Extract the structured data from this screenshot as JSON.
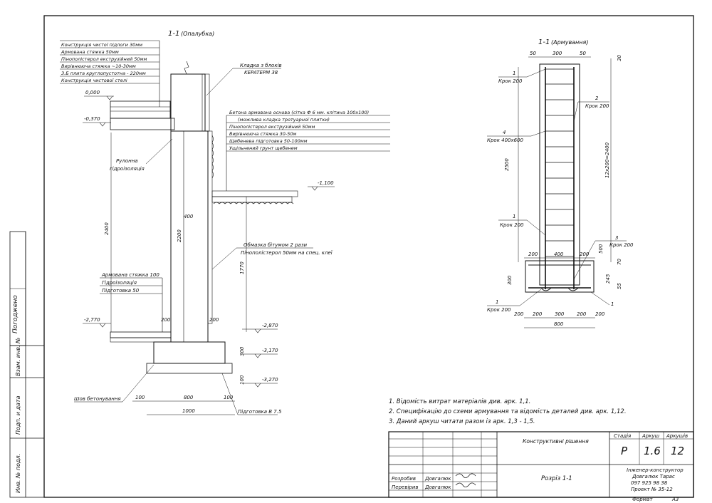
{
  "left_title": "1-1",
  "left_title_sub": "(Опалубка)",
  "right_title": "1-1",
  "right_title_sub": "(Армування)",
  "floor_layers": [
    "Конструкція чистої підлоги 30мм",
    "Армована стяжка 50мм",
    "Пінополістерол екструзійний 50мм",
    "Вирівнююча стяжка ~10-30мм",
    "З.Б плита круглопустотна - 220мм",
    "Конструкція чистової стелі"
  ],
  "wall_label_1": "Кладка з блоків",
  "wall_label_2": "KEPATEPM 38",
  "outside_layers": [
    "Бетона армована основа (сітка Ф 6 мм. клітина 100х100)",
    "(можлива кладка тротуарної плитки)",
    "Пінополістерол екструзійний 50мм",
    "Вирівнююча стяжка 30-50м",
    "Щебенева підготовка 50-100мм",
    "Ущільнений грунт щебенем"
  ],
  "roll_label_1": "Рулонна",
  "roll_label_2": "гідроізоляція",
  "bitumen_1": "Обмазка бітумом 2 рази",
  "bitumen_2": "Пінополістерол 50мм на спец. клеї",
  "basement_layers": [
    "Армована стяжка 100",
    "Гідроізоляція",
    "Підготовка 50"
  ],
  "seam_label": "Шов бетонування",
  "prep_label": "Підготовка В 7.5",
  "elev": {
    "e0": "0,000",
    "e1": "-0,370",
    "e2": "-1,100",
    "e3": "-2,770",
    "e4": "-2,870",
    "e5": "-3,170",
    "e6": "-3,270"
  },
  "dims_left": {
    "d2400": "2400",
    "d2200": "2200",
    "d400": "400",
    "d1770": "1770",
    "d200a": "200",
    "d200b": "200",
    "d300": "300",
    "d100v": "100",
    "d100a": "100",
    "d800": "800",
    "d100b": "100",
    "d1000": "1000"
  },
  "rebar": {
    "top_50a": "50",
    "top_300": "300",
    "top_50b": "50",
    "top_30": "30",
    "m1a": "1",
    "krok200a": "Крок 200",
    "m2": "2",
    "krok200b": "Крок 200",
    "m4": "4",
    "krok400": "Крок 400х600",
    "d2500": "2500",
    "d2400": "12х200=2400",
    "m1b": "1",
    "krok200c": "Крок 200",
    "m3": "3",
    "krok200d": "Крок 200",
    "b200a": "200",
    "b400": "400",
    "b200b": "200",
    "b500": "500",
    "b70": "70",
    "b245": "245",
    "b55": "55",
    "b300": "300",
    "m1c": "1",
    "krok200e": "Крок 200",
    "m1d": "1",
    "f200a": "200",
    "f200b": "200",
    "f300": "300",
    "f200c": "200",
    "f200d": "200",
    "f800": "800"
  },
  "notes": [
    "1. Відомість витрат матеріалів див. арк. 1,1.",
    "2. Специфікацію до схеми армування та відомість деталей див. арк. 1,12.",
    "3. Даний аркуш читати разом із арк. 1,3 - 1,5."
  ],
  "side_stamp": {
    "agreed": "Погоджено",
    "f1": "Взам. инв. №",
    "f2": "Подп. и дата",
    "f3": "Инв. № подл."
  },
  "title_block": {
    "section": "Конструктивні рішення",
    "stage_h": "Стадія",
    "sheet_h": "Аркуш",
    "sheets_h": "Аркушів",
    "stage": "Р",
    "sheet": "1.6",
    "sheets": "12",
    "drawing": "Розріз 1-1",
    "r1_role": "Розробив",
    "r1_name": "Довгалюк",
    "r2_role": "Перевірив",
    "r2_name": "Довгалюк",
    "eng1": "Інженер-конструктор",
    "eng2": "Довгалюк Тарас",
    "eng3": "097 925 98 38",
    "eng4": "Проект № 35-12",
    "format_l": "Формат",
    "format": "А3"
  }
}
